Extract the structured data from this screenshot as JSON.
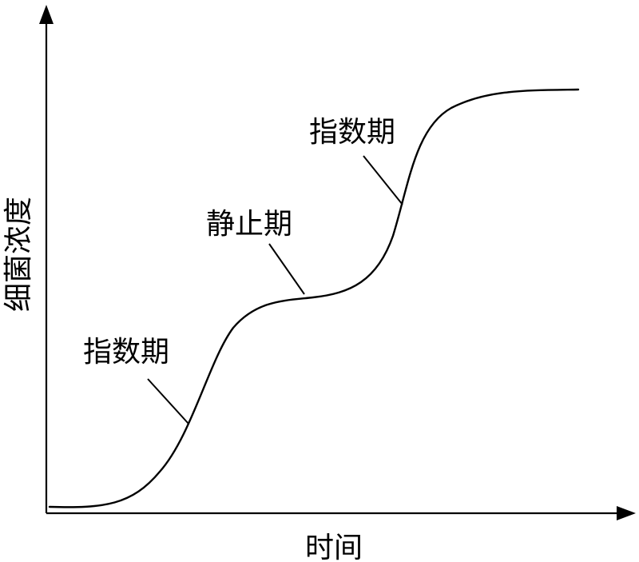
{
  "axes": {
    "x_label": "时间",
    "y_label": "细菌浓度"
  },
  "phases": [
    {
      "id": "phase-1",
      "label": "指数期"
    },
    {
      "id": "phase-2",
      "label": "静止期"
    },
    {
      "id": "phase-3",
      "label": "指数期"
    }
  ],
  "colors": {
    "ink": "#000000",
    "background": "#ffffff"
  }
}
